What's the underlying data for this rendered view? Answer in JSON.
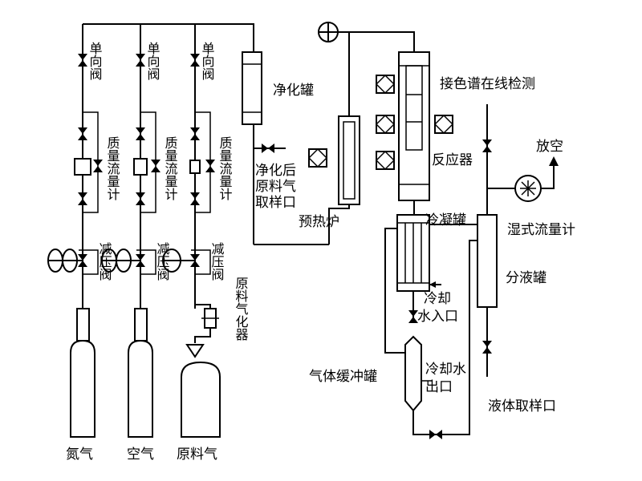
{
  "labels": {
    "check_valve": "单向阀",
    "mass_flow_meter": "质量流量计",
    "pressure_reducer": "减压阀",
    "feed_gasifier": "原料气化器",
    "nitrogen": "氮气",
    "air": "空气",
    "feed_gas": "原料气",
    "purifier": "净化罐",
    "sampling_line1": "净化后",
    "sampling_line2": "原料气",
    "sampling_line3": "取样口",
    "preheater": "预热炉",
    "reactor": "反应器",
    "condenser": "冷凝罐",
    "coolant_in1": "冷却",
    "coolant_in2": "水入口",
    "coolant_out1": "冷却水",
    "coolant_out2": "出口",
    "gas_buffer": "气体缓冲罐",
    "gc_online": "接色谱在线检测",
    "vent": "放空",
    "wet_flow_meter": "湿式流量计",
    "separator": "分液罐",
    "liquid_sampling": "液体取样口"
  }
}
